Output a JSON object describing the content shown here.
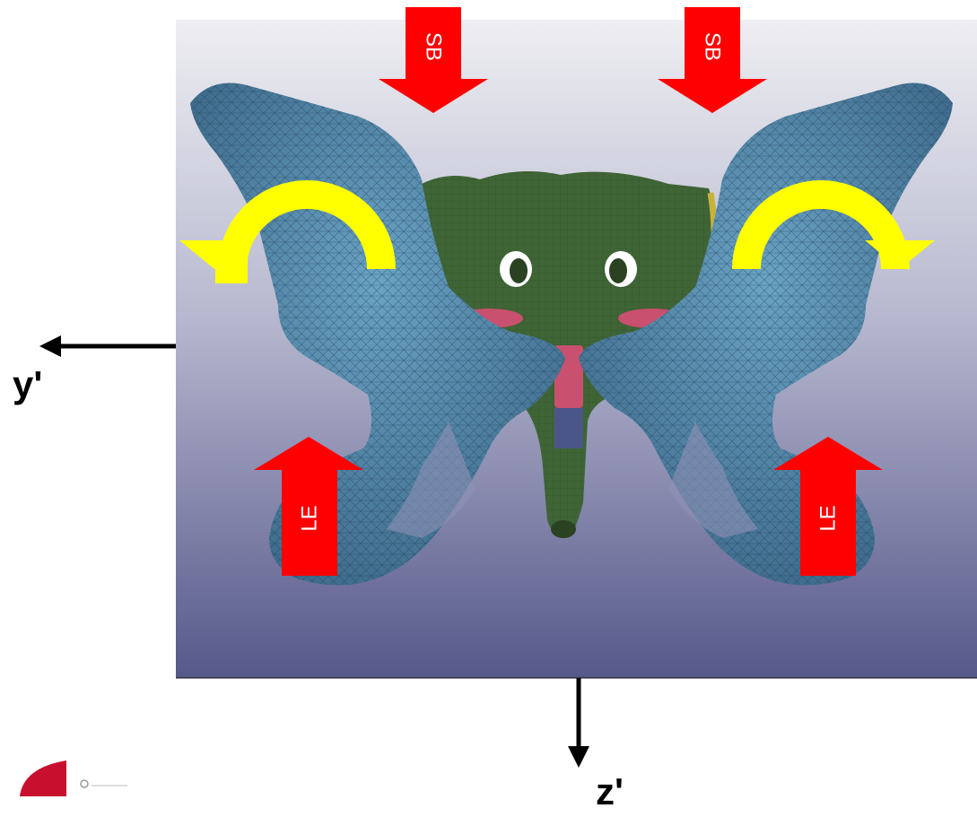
{
  "axes": {
    "y_label": "y'",
    "z_label": "z'"
  },
  "arrows": {
    "top_left": "SB",
    "top_right": "SB",
    "bottom_left": "LE",
    "bottom_right": "LE"
  },
  "colors": {
    "panel_top": "#eeeef2",
    "panel_bottom": "#56588a",
    "bone_blue": "#4a7ea0",
    "sacrum_green": "#3f6536",
    "cartilage_pink": "#c9506e",
    "load_arrow_red": "#ff0000",
    "moment_arrow_yellow": "#ffff00"
  }
}
